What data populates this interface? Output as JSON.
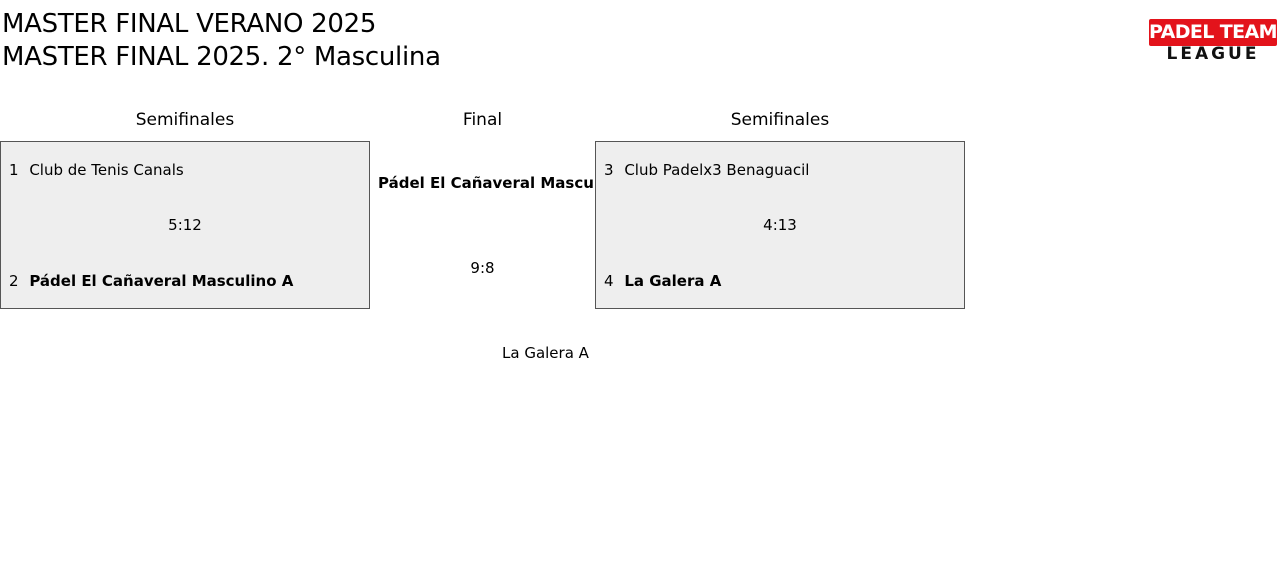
{
  "header": {
    "title_line_1": "MASTER FINAL VERANO 2025",
    "title_line_2": "MASTER FINAL 2025. 2° Masculina",
    "logo": {
      "top_text": "PADEL TEAM",
      "bottom_text": "LEAGUE",
      "brand_color": "#e3131b"
    }
  },
  "columns": {
    "left_header": "Semifinales",
    "center_header": "Final",
    "right_header": "Semifinales"
  },
  "semifinal_left": {
    "team_a": {
      "seed": "1",
      "name": "Club de Tenis Canals"
    },
    "team_b": {
      "seed": "2",
      "name": "Pádel El Cañaveral Masculino A"
    },
    "score": "5:12"
  },
  "semifinal_right": {
    "team_a": {
      "seed": "3",
      "name": "Club Padelx3 Benaguacil"
    },
    "team_b": {
      "seed": "4",
      "name": "La Galera A"
    },
    "score": "4:13"
  },
  "final": {
    "team": "Pádel El Cañaveral Masculino",
    "score": "9:8",
    "champion": "La Galera A"
  },
  "colors": {
    "box_background": "#eeeeee",
    "box_border": "#555555"
  }
}
